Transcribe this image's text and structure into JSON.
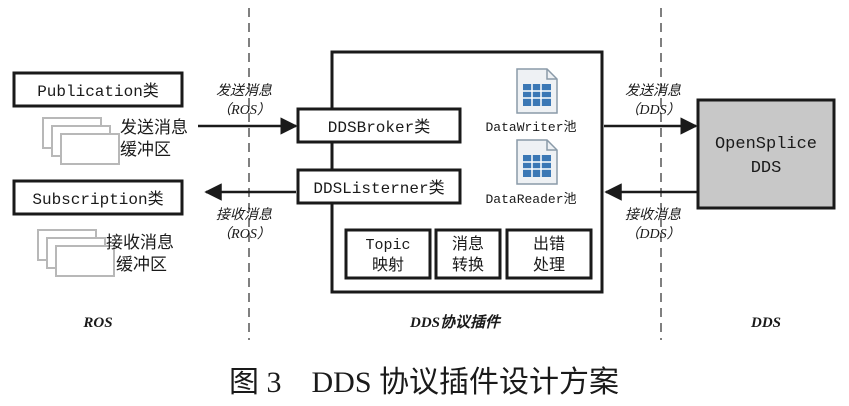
{
  "left": {
    "publication_class": "Publication类",
    "send_buffer": [
      "发送消息",
      "缓冲区"
    ],
    "subscription_class": "Subscription类",
    "receive_buffer": [
      "接收消息",
      "缓冲区"
    ],
    "zone_label": "ROS"
  },
  "arrows": {
    "send_ros": [
      "发送消息",
      "（ROS）"
    ],
    "receive_ros": [
      "接收消息",
      "（ROS）"
    ],
    "send_dds": [
      "发送消息",
      "（DDS）"
    ],
    "receive_dds": [
      "接收消息",
      "（DDS）"
    ]
  },
  "plugin": {
    "broker": "DDSBroker类",
    "listener": "DDSListerner类",
    "writer_pool": "DataWriter池",
    "reader_pool": "DataReader池",
    "topic_mapping": [
      "Topic",
      "映射"
    ],
    "message_convert": [
      "消息",
      "转换"
    ],
    "error_handling": [
      "出错",
      "处理"
    ],
    "zone_label": "DDS协议插件"
  },
  "right": {
    "opensplice": [
      "OpenSplice",
      "DDS"
    ],
    "zone_label": "DDS"
  },
  "caption": "图 3　DDS 协议插件设计方案",
  "colors": {
    "line": "#1a1a1a",
    "dashed": "#808080",
    "buffer_stroke": "#b8b8b8",
    "opensplice_fill": "#c8c8c8",
    "icon_blue": "#3b78b5",
    "icon_page": "#eef1f4"
  }
}
